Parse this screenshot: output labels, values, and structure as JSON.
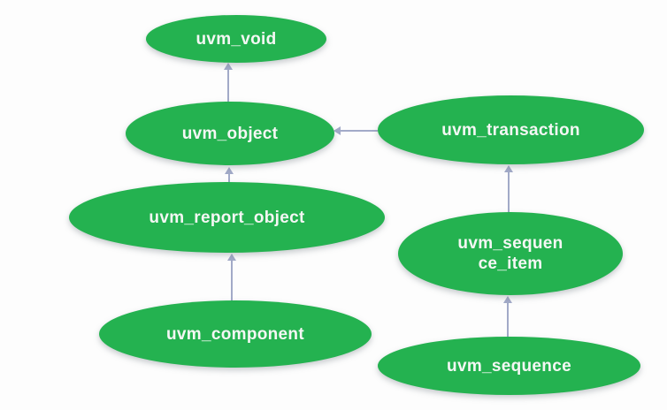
{
  "diagram": {
    "type": "class-hierarchy",
    "colors": {
      "background": "#fdfdfd",
      "node_fill": "#24b250",
      "node_text": "#f4f7f4",
      "arrow": "#a2aac8"
    },
    "nodes": [
      {
        "id": "uvm_void",
        "label": "uvm_void"
      },
      {
        "id": "uvm_object",
        "label": "uvm_object"
      },
      {
        "id": "uvm_transaction",
        "label": "uvm_transaction"
      },
      {
        "id": "uvm_report_object",
        "label": "uvm_report_object"
      },
      {
        "id": "uvm_sequence_item",
        "lines": [
          "uvm_sequen",
          "ce_item"
        ]
      },
      {
        "id": "uvm_component",
        "label": "uvm_component"
      },
      {
        "id": "uvm_sequence",
        "label": "uvm_sequence"
      }
    ],
    "edges": [
      {
        "from": "uvm_object",
        "to": "uvm_void",
        "direction": "up"
      },
      {
        "from": "uvm_transaction",
        "to": "uvm_object",
        "direction": "left"
      },
      {
        "from": "uvm_report_object",
        "to": "uvm_object",
        "direction": "up"
      },
      {
        "from": "uvm_sequence_item",
        "to": "uvm_transaction",
        "direction": "up"
      },
      {
        "from": "uvm_component",
        "to": "uvm_report_object",
        "direction": "up"
      },
      {
        "from": "uvm_sequence",
        "to": "uvm_sequence_item",
        "direction": "up"
      }
    ]
  }
}
